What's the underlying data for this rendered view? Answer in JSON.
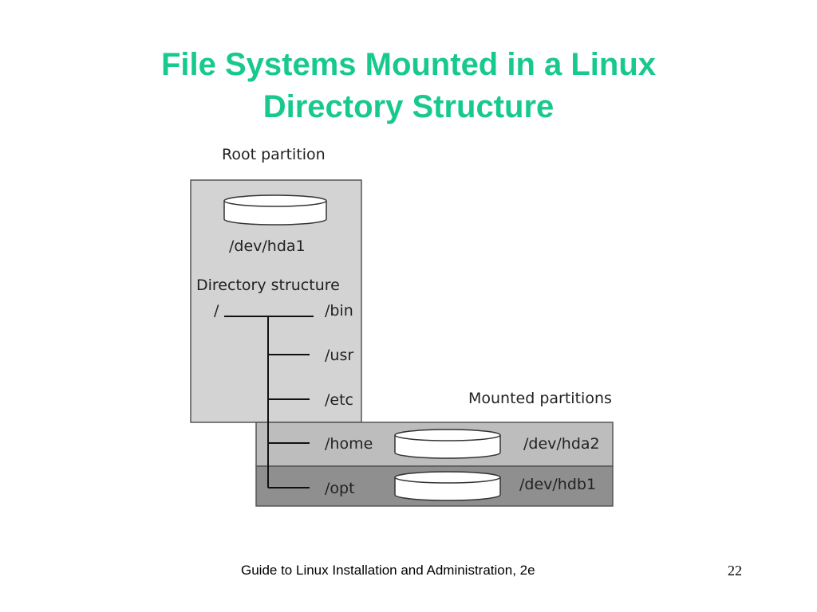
{
  "title": {
    "line1": "File Systems Mounted in a Linux",
    "line2": "Directory Structure"
  },
  "diagram": {
    "root_partition_label": "Root partition",
    "root_device": "/dev/hda1",
    "directory_structure_label": "Directory structure",
    "root_dir": "/",
    "directories": [
      "/bin",
      "/usr",
      "/etc",
      "/home",
      "/opt"
    ],
    "mounted_partitions_label": "Mounted partitions",
    "mounted": [
      {
        "dir": "/home",
        "device": "/dev/hda2"
      },
      {
        "dir": "/opt",
        "device": "/dev/hdb1"
      }
    ]
  },
  "footer": {
    "text": "Guide to Linux Installation and Administration, 2e",
    "page_number": "22"
  },
  "colors": {
    "title": "#17c98d",
    "root_panel": "#d3d3d3",
    "home_band": "#bdbdbd",
    "opt_band": "#8f8f8f"
  }
}
